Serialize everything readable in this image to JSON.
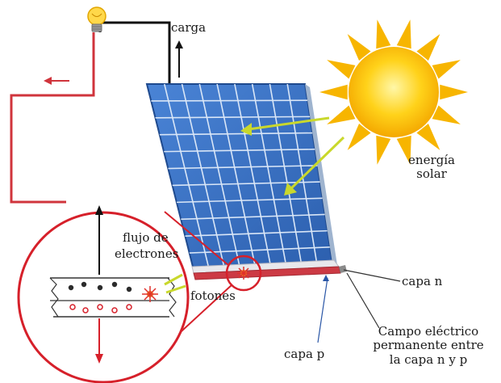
{
  "labels": {
    "load": "carga",
    "solar_energy_line1": "energía",
    "solar_energy_line2": "solar",
    "electron_flow_line1": "flujo de",
    "electron_flow_line2": "electrones",
    "photons": "fotones",
    "n_layer": "capa n",
    "p_layer": "capa p",
    "field_line1": "Campo eléctrico",
    "field_line2": "permanente entre",
    "field_line3": "la capa n y p"
  },
  "colors": {
    "panel_blue": "#3a6fc4",
    "panel_dark": "#2a56a6",
    "grid_line": "#d9e6f7",
    "wire_red": "#d0343c",
    "wire_black": "#111111",
    "sun_core": "#ffd21a",
    "sun_ray": "#f7b500",
    "ray_arrow": "#c9d82c",
    "circle_red": "#d6202a",
    "n_layer_strip": "#e8e8ec",
    "p_layer_strip": "#cc3a44"
  },
  "icons": [
    "light-bulb-icon",
    "sun-icon",
    "photon-burst-icon"
  ]
}
